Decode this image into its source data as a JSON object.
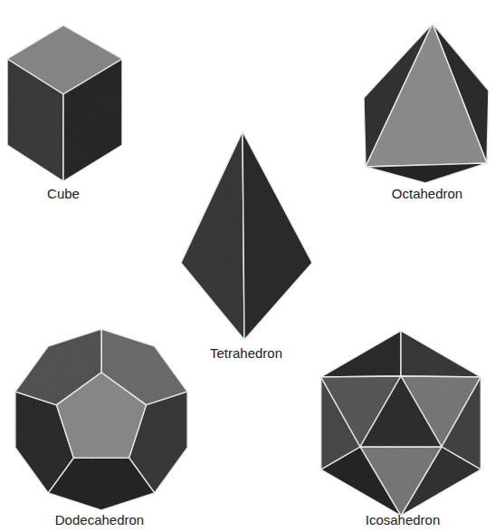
{
  "diagram": {
    "labels": [
      "Cube",
      "Octahedron",
      "Tetrahedron",
      "Dodecahedron",
      "Icosahedron"
    ]
  }
}
